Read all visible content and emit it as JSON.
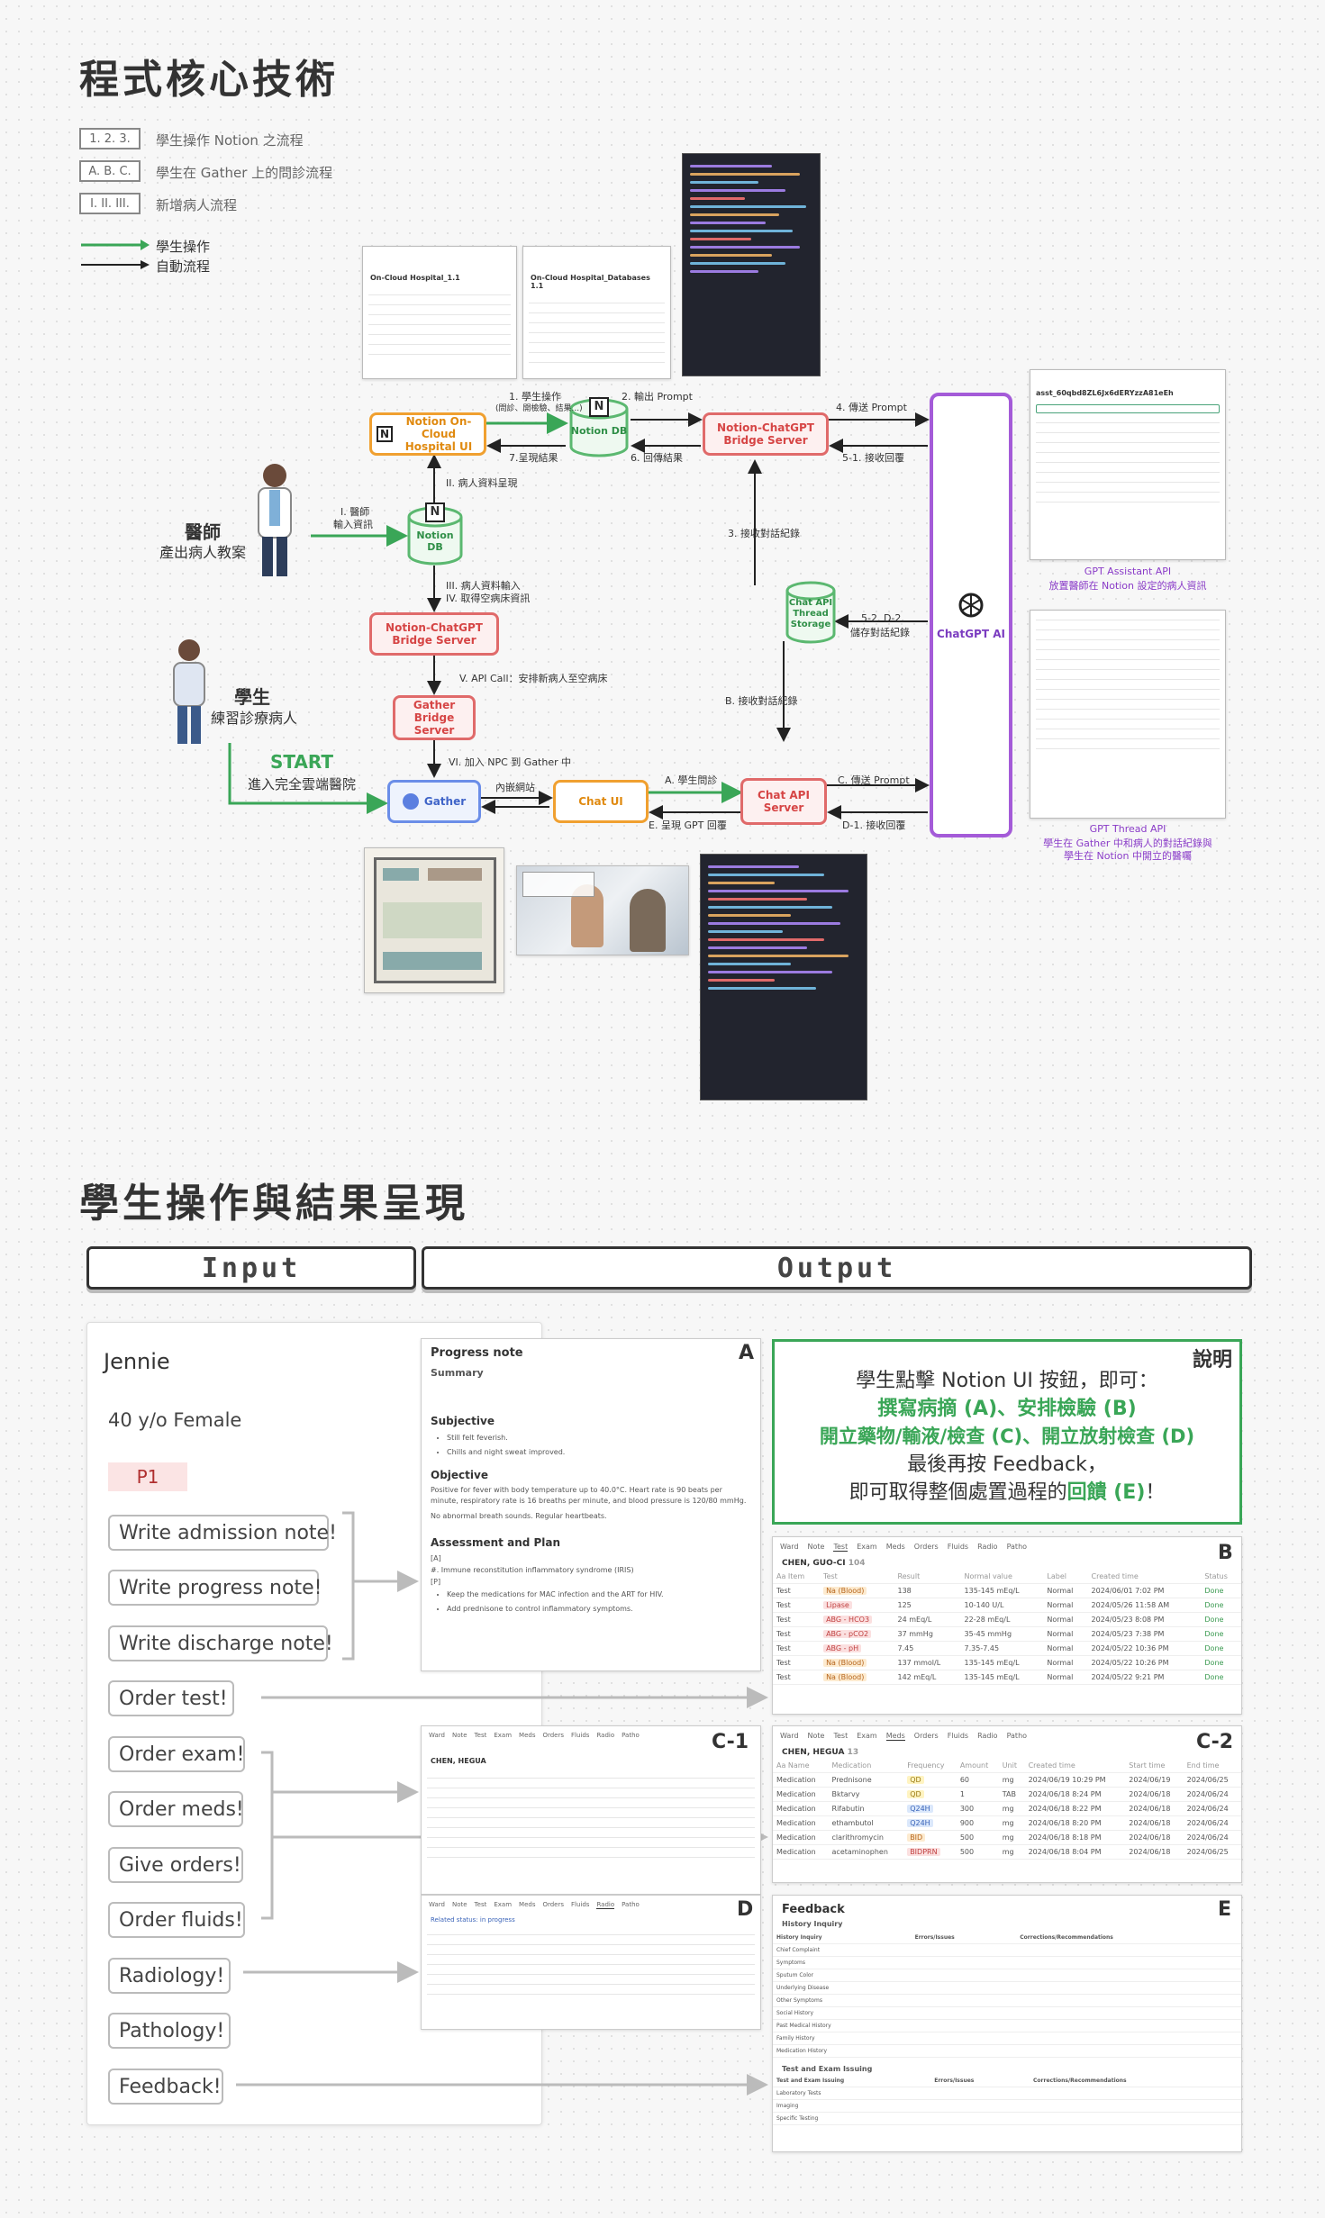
{
  "section1_title": "程式核心技術",
  "legend": [
    {
      "code": "1. 2. 3.",
      "text": "學生操作 Notion 之流程"
    },
    {
      "code": "A. B. C.",
      "text": "學生在 Gather 上的問診流程"
    },
    {
      "code": "I. II. III.",
      "text": "新增病人流程"
    }
  ],
  "arrow_legend": {
    "green": "學生操作",
    "black": "自動流程"
  },
  "shots": {
    "hospital_title": "On-Cloud Hospital_1.1",
    "db_title": "On-Cloud Hospital_Databases 1.1",
    "assistant_name": "asst_60qbd8ZL6Jx6dERYzzA81eEh"
  },
  "nodes": {
    "notion_ui": "Notion On-Cloud Hospital UI",
    "notion_db": "Notion DB",
    "bridge1": "Notion-ChatGPT Bridge Server",
    "notion_db2": "Notion DB",
    "bridge2": "Notion-ChatGPT Bridge Server",
    "gather_bridge": "Gather Bridge Server",
    "gather": "Gather",
    "chat_ui": "Chat UI",
    "chat_api": "Chat API Server",
    "thread_storage": "Chat API Thread Storage",
    "chatgpt": "ChatGPT AI"
  },
  "labels": {
    "l1": "1. 學生操作",
    "l1b": "(問診、開檢驗、結果...)",
    "l2": "2. 輸出 Prompt",
    "l4": "4. 傳送 Prompt",
    "l51": "5-1. 接收回覆",
    "l6": "6. 回傳結果",
    "l7": "7.呈現結果",
    "l3": "3. 接收對話紀錄",
    "lII": "II. 病人資料呈現",
    "lI1": "I. 醫師",
    "lI2": "輸入資訊",
    "lIII1": "III. 病人資料輸入",
    "lIII2": "IV. 取得空病床資訊",
    "lV": "V. API Call：安排新病人至空病床",
    "lVI": "VI. 加入 NPC 到 Gather 中",
    "l52a": "5-2. D-2.",
    "l52b": "儲存對話紀錄",
    "lB": "B. 接收對話紀錄",
    "lA": "A. 學生問診",
    "lC": "C. 傳送 Prompt",
    "lD1": "D-1. 接收回覆",
    "lE": "E. 呈現 GPT 回覆",
    "l_embed": "內嵌網站"
  },
  "actors": {
    "doctor": "醫師",
    "doctor_sub": "產出病人教案",
    "student": "學生",
    "student_sub": "練習診療病人",
    "start": "START",
    "start_sub": "進入完全雲端醫院"
  },
  "gpt_notes": {
    "assistant_title": "GPT Assistant API",
    "assistant_sub": "放置醫師在 Notion 設定的病人資訊",
    "thread_title": "GPT Thread API",
    "thread_sub1": "學生在 Gather 中和病人的對話紀錄與",
    "thread_sub2": "學生在 Notion 中開立的醫囑"
  },
  "section2_title": "學生操作與結果呈現",
  "headers": {
    "input": "Input",
    "output": "Output"
  },
  "patient": {
    "name": "Jennie",
    "info": "40 y/o Female",
    "tag": "P1"
  },
  "buttons": [
    "Write admission note!",
    "Write progress note!",
    "Write discharge note!",
    "Order test!",
    "Order exam!",
    "Order meds!",
    "Give orders!",
    "Order fluids!",
    "Radiology!",
    "Pathology!",
    "Feedback!"
  ],
  "progress_note": {
    "title": "Progress note",
    "summary": "Summary",
    "subjective": "Subjective",
    "s_items": [
      "Still felt feverish.",
      "Chills and night sweat improved."
    ],
    "objective": "Objective",
    "o_text": "Positive for fever with body temperature up to 40.0°C. Heart rate is 90 beats per minute, respiratory rate is 16 breaths per minute, and blood pressure is 120/80 mmHg.",
    "o_text2": "No abnormal breath sounds. Regular heartbeats.",
    "ap": "Assessment and Plan",
    "ap_a": "[A]",
    "ap_a1": "#. Immune reconstitution inflammatory syndrome (IRIS)",
    "ap_p": "[P]",
    "ap_items": [
      "Keep the medications for MAC infection and the ART for HIV.",
      "Add prednisone to control inflammatory symptoms."
    ]
  },
  "explain": {
    "tag": "說明",
    "l1": "學生點擊 Notion UI 按鈕，即可：",
    "l2": "撰寫病摘 (A)、安排檢驗 (B)",
    "l3": "開立藥物/輸液/檢查 (C)、開立放射檢查 (D)",
    "l4": "最後再按 Feedback，",
    "l5a": "即可取得整個處置過程的",
    "l5b": "回饋 (E)",
    "l5c": "！"
  },
  "corners": {
    "a": "A",
    "b": "B",
    "c1": "C-1",
    "c2": "C-2",
    "d": "D",
    "e": "E"
  },
  "tabs": [
    "Ward",
    "Note",
    "Test",
    "Exam",
    "Meds",
    "Orders",
    "Fluids",
    "Radio",
    "Patho"
  ],
  "test_table": {
    "patient": "CHEN, GUO-CI",
    "count": "104",
    "cols": [
      "Aa Item",
      "Test",
      "Result",
      "Normal value",
      "Label",
      "Created time",
      "Status"
    ],
    "rows": [
      [
        "Test",
        "Na (Blood)",
        "138",
        "135-145 mEq/L",
        "Normal",
        "2024/06/01 7:02 PM",
        "Done"
      ],
      [
        "Test",
        "Lipase",
        "125",
        "10-140 U/L",
        "Normal",
        "2024/05/26 11:58 AM",
        "Done"
      ],
      [
        "Test",
        "ABG - HCO3",
        "24 mEq/L",
        "22-28 mEq/L",
        "Normal",
        "2024/05/23 8:08 PM",
        "Done"
      ],
      [
        "Test",
        "ABG - pCO2",
        "37 mmHg",
        "35-45 mmHg",
        "Normal",
        "2024/05/23 7:38 PM",
        "Done"
      ],
      [
        "Test",
        "ABG - pH",
        "7.45",
        "7.35-7.45",
        "Normal",
        "2024/05/22 10:36 PM",
        "Done"
      ],
      [
        "Test",
        "Na (Blood)",
        "137 mmol/L",
        "135-145 mEq/L",
        "Normal",
        "2024/05/22 10:26 PM",
        "Done"
      ],
      [
        "Test",
        "Na (Blood)",
        "142 mEq/L",
        "135-145 mEq/L",
        "Normal",
        "2024/05/22 9:21 PM",
        "Done"
      ]
    ]
  },
  "meds_table": {
    "patient": "CHEN, HEGUA",
    "count": "13",
    "cols": [
      "Aa Name",
      "Medication",
      "Frequency",
      "Amount",
      "Unit",
      "Created time",
      "Start time",
      "End time"
    ],
    "rows": [
      [
        "Medication",
        "Prednisone",
        "QD",
        "60",
        "mg",
        "2024/06/19 10:29 PM",
        "2024/06/19",
        "2024/06/25"
      ],
      [
        "Medication",
        "Bktarvy",
        "QD",
        "1",
        "TAB",
        "2024/06/18 8:24 PM",
        "2024/06/18",
        "2024/06/24"
      ],
      [
        "Medication",
        "Rifabutin",
        "Q24H",
        "300",
        "mg",
        "2024/06/18 8:22 PM",
        "2024/06/18",
        "2024/06/24"
      ],
      [
        "Medication",
        "ethambutol",
        "Q24H",
        "900",
        "mg",
        "2024/06/18 8:20 PM",
        "2024/06/18",
        "2024/06/24"
      ],
      [
        "Medication",
        "clarithromycin",
        "BID",
        "500",
        "mg",
        "2024/06/18 8:18 PM",
        "2024/06/18",
        "2024/06/24"
      ],
      [
        "Medication",
        "acetaminophen",
        "BIDPRN",
        "500",
        "mg",
        "2024/06/18 8:04 PM",
        "2024/06/18",
        "2024/06/25"
      ]
    ]
  },
  "c1_patient": "CHEN, HEGUA",
  "d_patient": "Related status: in progress",
  "feedback": {
    "title": "Feedback",
    "s1": "History Inquiry",
    "s2": "Test and Exam Issuing",
    "h1": [
      "History Inquiry",
      "Errors/Issues",
      "Corrections/Recommendations"
    ],
    "rows1": [
      "Chief Complaint",
      "Symptoms",
      "Sputum Color",
      "Underlying Disease",
      "Other Symptoms",
      "Social History",
      "Past Medical History",
      "Family History",
      "Medication History"
    ],
    "h2": [
      "Test and Exam Issuing",
      "Errors/Issues",
      "Corrections/Recommendations"
    ],
    "rows2": [
      "Laboratory Tests",
      "Imaging",
      "Specific Testing"
    ]
  },
  "colors": {
    "green": "#3aa657",
    "orange": "#f0a030",
    "red": "#e06a6a",
    "purple": "#a45bd8",
    "blue": "#6b8ee8"
  }
}
